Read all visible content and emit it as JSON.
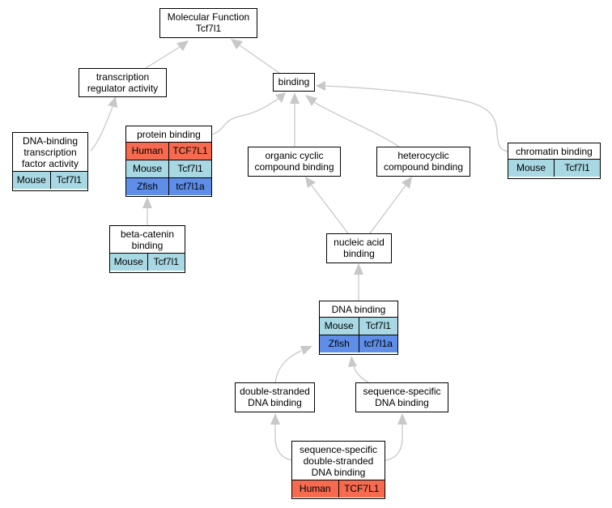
{
  "colors": {
    "Human": "#f66a4f",
    "Mouse": "#a7d8e3",
    "Zfish": "#5f8ee9",
    "edge": "#c8c8c8"
  },
  "nodes": {
    "root": {
      "title": "Molecular Function\nTcf7l1",
      "rows": []
    },
    "tra": {
      "title": "transcription\nregulator activity",
      "rows": []
    },
    "binding": {
      "title": "binding",
      "rows": []
    },
    "dbtfa": {
      "title": "DNA-binding\ntranscription\nfactor activity",
      "rows": [
        {
          "species": "Mouse",
          "gene": "Tcf7l1"
        }
      ]
    },
    "protein": {
      "title": "protein binding",
      "rows": [
        {
          "species": "Human",
          "gene": "TCF7L1"
        },
        {
          "species": "Mouse",
          "gene": "Tcf7l1"
        },
        {
          "species": "Zfish",
          "gene": "tcf7l1a"
        }
      ]
    },
    "ocb": {
      "title": "organic cyclic\ncompound binding",
      "rows": []
    },
    "hcb": {
      "title": "heterocyclic\ncompound binding",
      "rows": []
    },
    "chromatin": {
      "title": "chromatin binding",
      "rows": [
        {
          "species": "Mouse",
          "gene": "Tcf7l1"
        }
      ]
    },
    "bcat": {
      "title": "beta-catenin\nbinding",
      "rows": [
        {
          "species": "Mouse",
          "gene": "Tcf7l1"
        }
      ]
    },
    "nab": {
      "title": "nucleic acid\nbinding",
      "rows": []
    },
    "dna": {
      "title": "DNA binding",
      "rows": [
        {
          "species": "Mouse",
          "gene": "Tcf7l1"
        },
        {
          "species": "Zfish",
          "gene": "tcf7l1a"
        }
      ]
    },
    "dsdna": {
      "title": "double-stranded\nDNA binding",
      "rows": []
    },
    "ssdna": {
      "title": "sequence-specific\nDNA binding",
      "rows": []
    },
    "ssds": {
      "title": "sequence-specific\ndouble-stranded\nDNA binding",
      "rows": [
        {
          "species": "Human",
          "gene": "TCF7L1"
        }
      ]
    }
  }
}
